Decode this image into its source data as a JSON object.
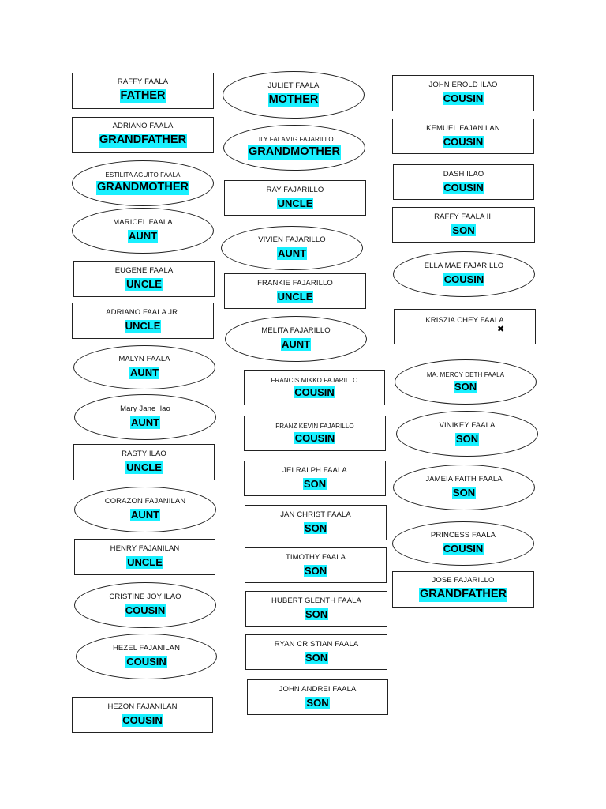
{
  "highlight_color": "#19f0ff",
  "cards": [
    {
      "name": "RAFFY FAALA",
      "role": "FATHER",
      "shape": "rect"
    },
    {
      "name": "ADRIANO FAALA",
      "role": "GRANDFATHER",
      "shape": "rect"
    },
    {
      "name": "ESTILITA AGUITO FAALA",
      "role": "GRANDMOTHER",
      "shape": "oval"
    },
    {
      "name": "MARICEL FAALA",
      "role": "AUNT",
      "shape": "oval"
    },
    {
      "name": "EUGENE FAALA",
      "role": "UNCLE",
      "shape": "rect"
    },
    {
      "name": "ADRIANO FAALA JR.",
      "role": "UNCLE",
      "shape": "rect"
    },
    {
      "name": "MALYN FAALA",
      "role": "AUNT",
      "shape": "oval"
    },
    {
      "name": "Mary Jane Ilao",
      "role": "AUNT",
      "shape": "oval"
    },
    {
      "name": "RASTY ILAO",
      "role": "UNCLE",
      "shape": "rect"
    },
    {
      "name": "CORAZON FAJANILAN",
      "role": "AUNT",
      "shape": "oval"
    },
    {
      "name": "HENRY FAJANILAN",
      "role": "UNCLE",
      "shape": "rect"
    },
    {
      "name": "CRISTINE JOY ILAO",
      "role": "COUSIN",
      "shape": "oval"
    },
    {
      "name": "HEZEL FAJANILAN",
      "role": "COUSIN",
      "shape": "oval"
    },
    {
      "name": "HEZON FAJANILAN",
      "role": "COUSIN",
      "shape": "rect"
    },
    {
      "name": "JULIET FAALA",
      "role": "MOTHER",
      "shape": "oval"
    },
    {
      "name": "LILY FALAMIG FAJARILLO",
      "role": "GRANDMOTHER",
      "shape": "oval"
    },
    {
      "name": "RAY FAJARILLO",
      "role": "UNCLE",
      "shape": "rect"
    },
    {
      "name": "VIVIEN FAJARILLO",
      "role": "AUNT",
      "shape": "oval"
    },
    {
      "name": "FRANKIE FAJARILLO",
      "role": "UNCLE",
      "shape": "rect"
    },
    {
      "name": "MELITA FAJARILLO",
      "role": "AUNT",
      "shape": "oval"
    },
    {
      "name": "FRANCIS MIKKO FAJARILLO",
      "role": "COUSIN",
      "shape": "rect"
    },
    {
      "name": "FRANZ KEVIN FAJARILLO",
      "role": "COUSIN",
      "shape": "rect"
    },
    {
      "name": "JELRALPH FAALA",
      "role": "SON",
      "shape": "rect"
    },
    {
      "name": "JAN CHRIST FAALA",
      "role": "SON",
      "shape": "rect"
    },
    {
      "name": "TIMOTHY FAALA",
      "role": "SON",
      "shape": "rect"
    },
    {
      "name": "HUBERT GLENTH FAALA",
      "role": "SON",
      "shape": "rect"
    },
    {
      "name": "RYAN CRISTIAN FAALA",
      "role": "SON",
      "shape": "rect"
    },
    {
      "name": "JOHN ANDREI FAALA",
      "role": "SON",
      "shape": "rect"
    },
    {
      "name": "JOHN EROLD ILAO",
      "role": "COUSIN",
      "shape": "rect"
    },
    {
      "name": "KEMUEL FAJANILAN",
      "role": "COUSIN",
      "shape": "rect"
    },
    {
      "name": "DASH ILAO",
      "role": "COUSIN",
      "shape": "rect"
    },
    {
      "name": "RAFFY FAALA II.",
      "role": "SON",
      "shape": "rect"
    },
    {
      "name": "ELLA MAE FAJARILLO",
      "role": "COUSIN",
      "shape": "oval"
    },
    {
      "name": "KRISZIA CHEY FAALA",
      "role": "",
      "shape": "rect",
      "mark": "✖"
    },
    {
      "name": "MA. MERCY DETH FAALA",
      "role": "SON",
      "shape": "oval"
    },
    {
      "name": "VINIKEY FAALA",
      "role": "SON",
      "shape": "oval"
    },
    {
      "name": "JAMEIA FAITH FAALA",
      "role": "SON",
      "shape": "oval"
    },
    {
      "name": "PRINCESS FAALA",
      "role": "COUSIN",
      "shape": "oval"
    },
    {
      "name": "JOSE FAJARILLO",
      "role": "GRANDFATHER",
      "shape": "rect"
    }
  ]
}
